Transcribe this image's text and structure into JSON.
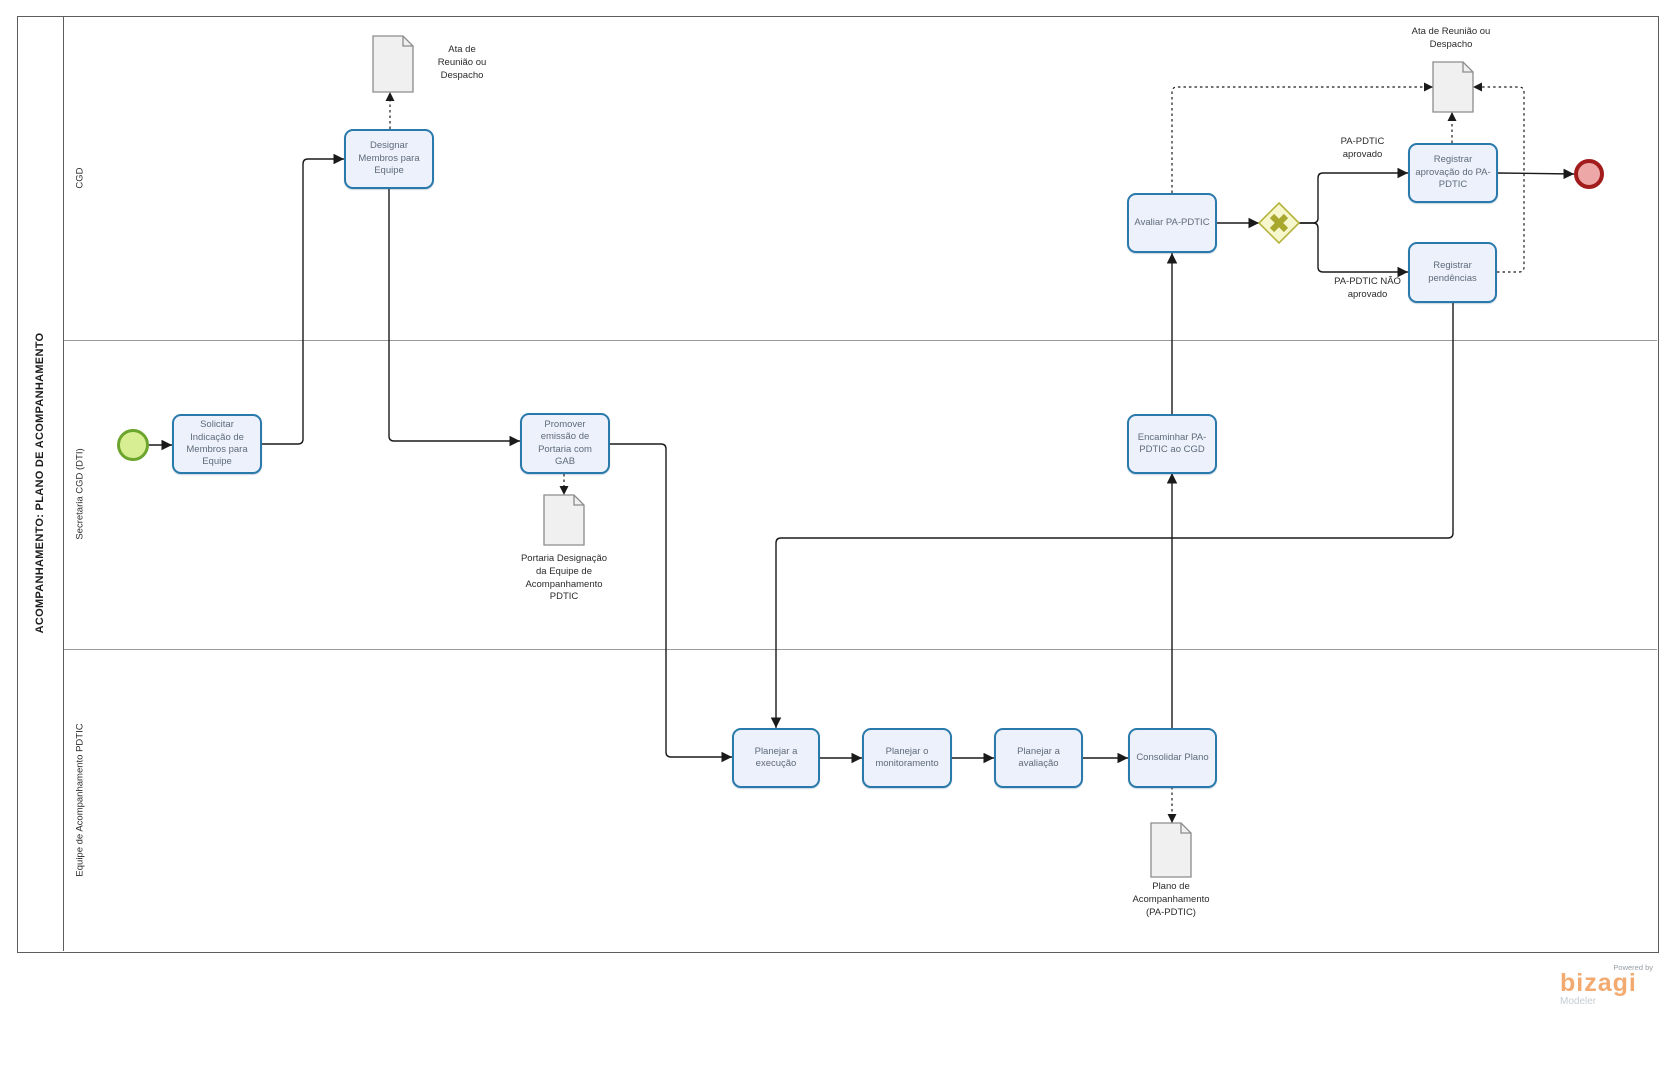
{
  "pool": {
    "title": "ACOMPANHAMENTO: PLANO DE ACOMPANHAMENTO",
    "lanes": [
      {
        "label": "CGD"
      },
      {
        "label": "Secretaria CGD (DTI)"
      },
      {
        "label": "Equipe de Acompanhamento PDTIC"
      }
    ]
  },
  "tasks": [
    {
      "id": "designar-membros",
      "label": "Designar Membros para Equipe"
    },
    {
      "id": "solicitar-indicacao",
      "label": "Solicitar Indicação de Membros para Equipe"
    },
    {
      "id": "promover-emissao",
      "label": "Promover emissão de Portaria com GAB"
    },
    {
      "id": "encaminhar-pa-pdtic",
      "label": "Encaminhar PA-PDTIC ao CGD"
    },
    {
      "id": "avaliar-pa-pdtic",
      "label": "Avaliar PA-PDTIC"
    },
    {
      "id": "registrar-aprovacao",
      "label": "Registrar aprovação do PA-PDTIC"
    },
    {
      "id": "registrar-pendencias",
      "label": "Registrar pendências"
    },
    {
      "id": "planejar-execucao",
      "label": "Planejar a execução"
    },
    {
      "id": "planejar-monitoramento",
      "label": "Planejar o monitoramento"
    },
    {
      "id": "planejar-avaliacao",
      "label": "Planejar a avaliação"
    },
    {
      "id": "consolidar-plano",
      "label": "Consolidar Plano"
    }
  ],
  "documents": [
    {
      "id": "ata-reuniao-despacho-1",
      "label": "Ata de\nReunião ou\nDespacho"
    },
    {
      "id": "portaria-designacao",
      "label": "Portaria Designação\nda Equipe de\nAcompanhamento\nPDTIC"
    },
    {
      "id": "plano-acompanhamento",
      "label": "Plano de\nAcompanhamento\n(PA-PDTIC)"
    },
    {
      "id": "ata-reuniao-despacho-2",
      "label": "Ata de Reunião ou\nDespacho"
    }
  ],
  "flow_labels": [
    {
      "id": "aprovado",
      "label": "PA-PDTIC\naprovado"
    },
    {
      "id": "nao-aprovado",
      "label": "PA-PDTIC NÃO\naprovado"
    }
  ],
  "branding": {
    "powered_by": "Powered by",
    "brand": "bizagi",
    "product": "Modeler"
  },
  "colors": {
    "task_fill": "#edf1fc",
    "task_border": "#2a79ab",
    "task_text": "#5f6b7a",
    "start_fill": "#d8ee92",
    "start_border": "#6ca52d",
    "end_fill": "#eda7a7",
    "end_border": "#a21c1c",
    "gateway_fill": "#f7f7cd",
    "gateway_border": "#b5b53d",
    "gateway_x": "#a8a82f",
    "doc_fill": "#f0f0f0",
    "doc_border": "#8c8c8c",
    "flow": "#1a1a1a",
    "lane_line": "#9b9b9b",
    "pool_border": "#5d5d5d",
    "brand_orange": "#f2aa70"
  }
}
